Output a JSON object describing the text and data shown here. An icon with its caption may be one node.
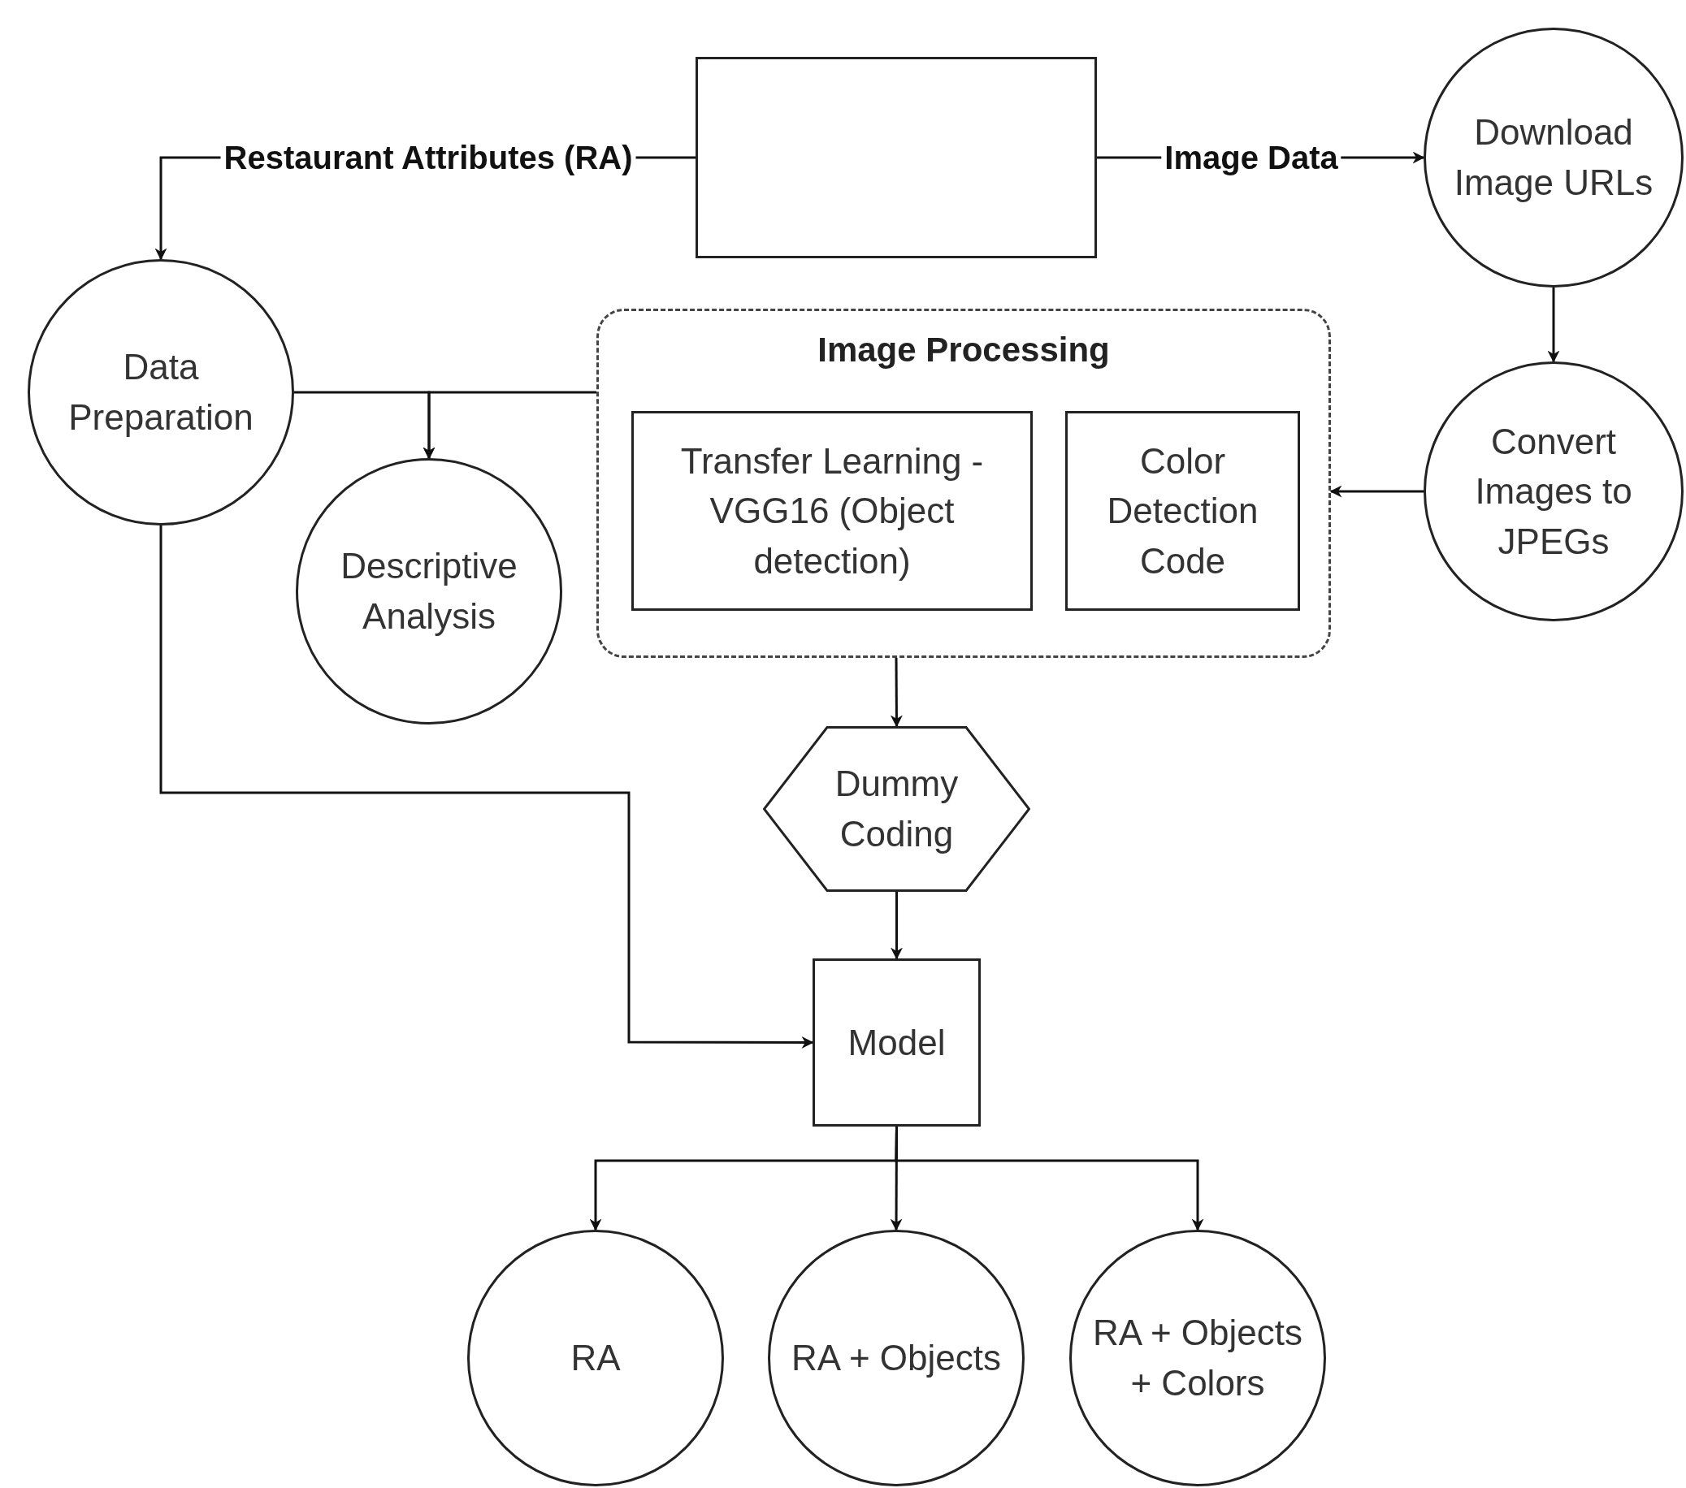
{
  "diagram": {
    "nodes": [
      {
        "text": [],
        "shape": "box"
      },
      {
        "text": [
          "Download Image URLs"
        ]
      },
      {
        "text": [
          "Data Preparation"
        ]
      },
      {
        "text": [
          "Descriptive Analysis"
        ]
      },
      {
        "text": [
          "Image Processing"
        ]
      },
      {
        "text": [
          "Transfer Learning - VGG16 (Object detection)"
        ],
        "in": 4
      },
      {
        "text": [
          "Color Detection Code"
        ],
        "in": 4
      },
      {
        "text": [
          "Convert Images to JPEGs"
        ]
      },
      {
        "text": [
          "Dummy Coding"
        ]
      },
      {
        "text": [
          "Model"
        ]
      },
      {
        "text": [
          "RA"
        ]
      },
      {
        "text": [
          "RA + Objects"
        ]
      },
      {
        "text": [
          "RA + Objects + Colors"
        ]
      }
    ],
    "edges": [
      {
        "from": 0,
        "to": 2,
        "arrow": "to",
        "label": "Restaurant Attributes (RA)"
      },
      {
        "from": 0,
        "to": 1,
        "arrow": "to",
        "label": "Image Data"
      },
      {
        "from": 1,
        "to": 7,
        "arrow": "to"
      },
      {
        "from": 7,
        "to": 4,
        "arrow": "to"
      },
      {
        "from": 2,
        "to": 3,
        "arrow": "to"
      },
      {
        "from": 4,
        "to": 3,
        "arrow": "to"
      },
      {
        "from": 4,
        "to": 8,
        "arrow": "to"
      },
      {
        "from": 8,
        "to": 9,
        "arrow": "to"
      },
      {
        "from": 2,
        "to": 9,
        "arrow": "to"
      },
      {
        "from": 9,
        "to": 10,
        "arrow": "to"
      },
      {
        "from": 9,
        "to": 11,
        "arrow": "to"
      },
      {
        "from": 9,
        "to": 12,
        "arrow": "to"
      }
    ]
  }
}
